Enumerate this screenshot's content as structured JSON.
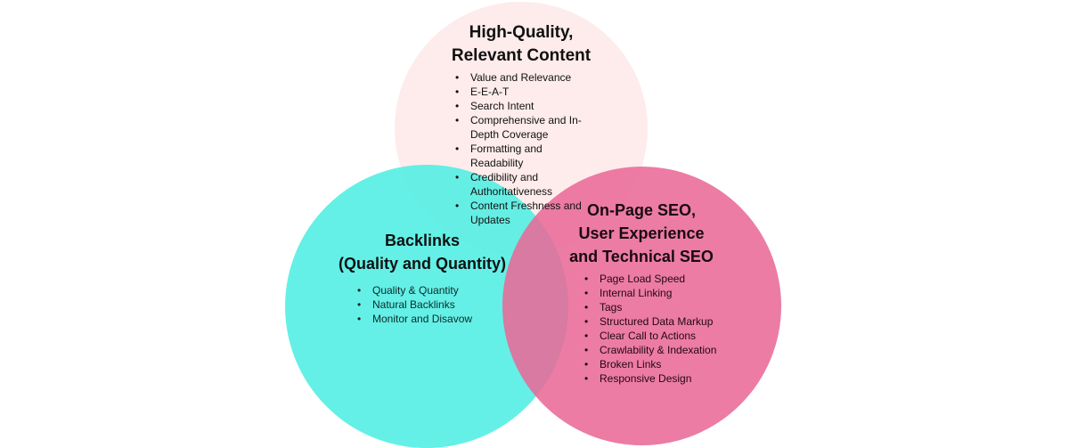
{
  "diagram": {
    "type": "venn",
    "circles": [
      {
        "id": "content",
        "title_line1": "High-Quality,",
        "title_line2": "Relevant Content",
        "color": "#fdeceb",
        "items": [
          "Value and Relevance",
          "E-E-A-T",
          "Search Intent",
          "Comprehensive and In-Depth Coverage",
          "Formatting and Readability",
          "Credibility and Authoritativeness",
          "Content Freshness and Updates"
        ]
      },
      {
        "id": "backlinks",
        "title_line1": "Backlinks",
        "title_line2": "(Quality and Quantity)",
        "color": "#5ef0e3",
        "items": [
          "Quality & Quantity",
          "Natural Backlinks",
          "Monitor and Disavow"
        ]
      },
      {
        "id": "onpage",
        "title_line1": "On-Page SEO,",
        "title_line2": "User Experience",
        "title_line3": "and Technical SEO",
        "color": "#ec7ea6",
        "items": [
          "Page Load Speed",
          "Internal Linking",
          "Tags",
          "Structured Data Markup",
          "Clear Call to Actions",
          "Crawlability & Indexation",
          "Broken Links",
          "Responsive Design"
        ]
      }
    ]
  }
}
